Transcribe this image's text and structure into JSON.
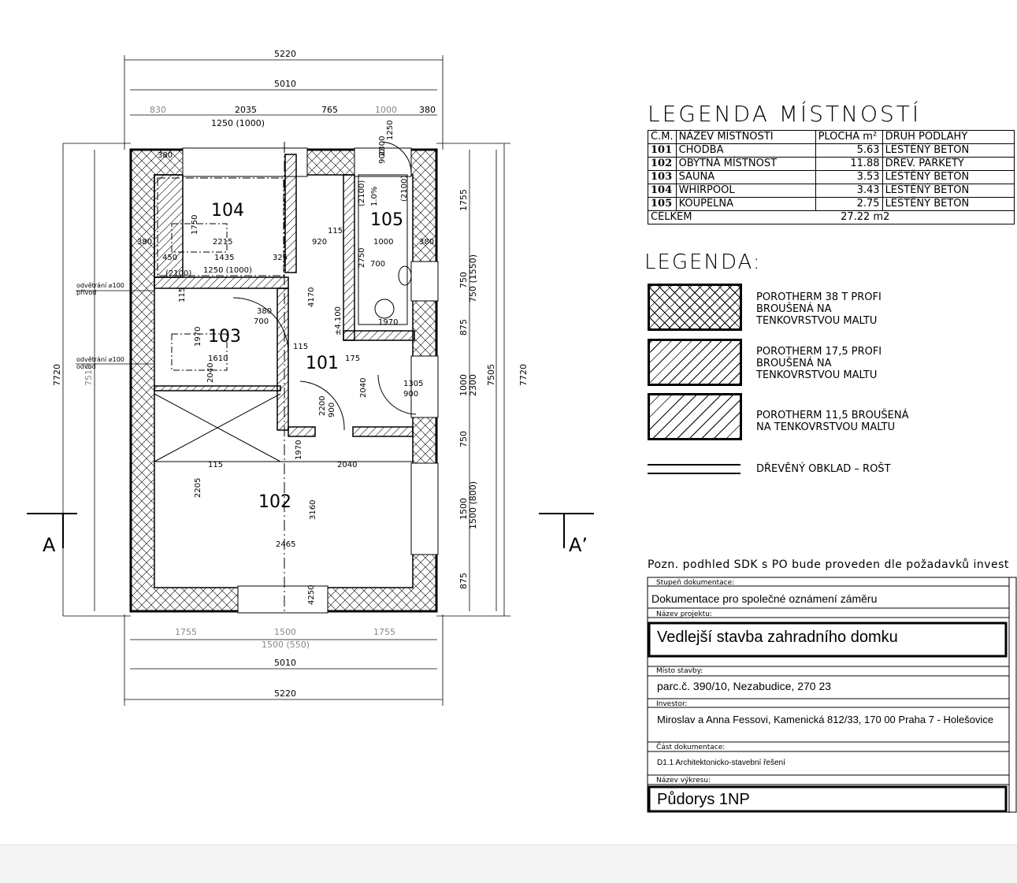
{
  "plan": {
    "rooms": [
      {
        "num": "104"
      },
      {
        "num": "105"
      },
      {
        "num": "103"
      },
      {
        "num": "101"
      },
      {
        "num": "102"
      }
    ],
    "section_left": "A",
    "section_right": "A’",
    "dims": {
      "top_overall": "5220",
      "top_inner": "5010",
      "top_parts": [
        "830",
        "2035",
        "765",
        "1000",
        "380"
      ],
      "top_window": "1250 (1000)",
      "bottom_overall": "5220",
      "bottom_inner": "5010",
      "bottom_parts": [
        "1755",
        "1500",
        "1755"
      ],
      "bottom_door": "1500 (550)",
      "left_overall": "7720",
      "left_inner": "7510",
      "right_overall": "7720",
      "right_inner": "7505",
      "right_parts": [
        "1755",
        "750",
        "750 (1550)",
        "875",
        "1000",
        "2300",
        "750",
        "1500",
        "1500 (800)",
        "875"
      ],
      "vent1": "odvětrání ⌀100",
      "vent1b": "přívod",
      "vent2": "odvětrání ⌀100",
      "vent2b": "odvod",
      "inner": [
        "380",
        "2215",
        "920",
        "1000",
        "380",
        "450",
        "1435",
        "325",
        "1250 (1000)",
        "(2100)",
        "1750",
        "115",
        "(2100)",
        "(2100)",
        "1.0%",
        "900",
        "2300",
        "1250",
        "4170",
        "2750",
        "700",
        "1970",
        "±4.100",
        "115",
        "175",
        "2040",
        "1305",
        "900",
        "2200",
        "900",
        "1970",
        "115",
        "2040",
        "2205",
        "3160",
        "2465",
        "4250",
        "380",
        "700",
        "1970",
        "1610",
        "2040",
        "115",
        "380"
      ]
    }
  },
  "rooms_legend": {
    "title": "LEGENDA MÍSTNOSTÍ",
    "headers": [
      "Č.M.",
      "NÁZEV MÍSTNOSTI",
      "PLOCHA m²",
      "DRUH PODLAHY"
    ],
    "rows": [
      {
        "num": "101",
        "name": "CHODBA",
        "area": "5.63",
        "floor": "LEŠTĚNÝ BETON"
      },
      {
        "num": "102",
        "name": "OBYTNÁ MÍSTNOST",
        "area": "11.88",
        "floor": "DŘEV. PARKETY"
      },
      {
        "num": "103",
        "name": "SAUNA",
        "area": "3.53",
        "floor": "LEŠTĚNÝ BETON"
      },
      {
        "num": "104",
        "name": "WHIRPOOL",
        "area": "3.43",
        "floor": "LEŠTĚNÝ BETON"
      },
      {
        "num": "105",
        "name": "KOUPELNA",
        "area": "2.75",
        "floor": "LEŠTĚNÝ BETON"
      }
    ],
    "total_label": "CELKEM",
    "total_value": "27.22 m2"
  },
  "materials_legend": {
    "title": "LEGENDA:",
    "items": [
      {
        "text": "POROTHERM 38 T PROFI\nBROUŠENÁ NA\nTENKOVRSTVOU MALTU"
      },
      {
        "text": "POROTHERM 17,5 PROFI\nBROUŠENÁ NA\nTENKOVRSTVOU MALTU"
      },
      {
        "text": "POROTHERM 11,5 BROUŠENÁ\nNA TENKOVRSTVOU MALTU"
      },
      {
        "text": "DŘEVĚNÝ OBKLAD – ROŠT"
      }
    ]
  },
  "note": "Pozn. podhled SDK s PO bude proveden dle požadavků invest",
  "title_block": {
    "stage_label": "Stupeň dokumentace:",
    "stage": "Dokumentace pro společné oznámení záměru",
    "project_label": "Název projektu:",
    "project": "Vedlejší stavba zahradního domku",
    "site_label": "Místo stavby:",
    "site": "parc.č. 390/10, Nezabudice, 270 23",
    "investor_label": "Investor:",
    "investor": "Miroslav a Anna Fessovi, Kamenická 812/33, 170 00 Praha 7 - Holešovice",
    "part_label": "Část dokumentace:",
    "part": "D1.1 Architektonicko-stavební řešení",
    "drawing_label": "Název výkresu:",
    "drawing": "Půdorys 1NP"
  }
}
